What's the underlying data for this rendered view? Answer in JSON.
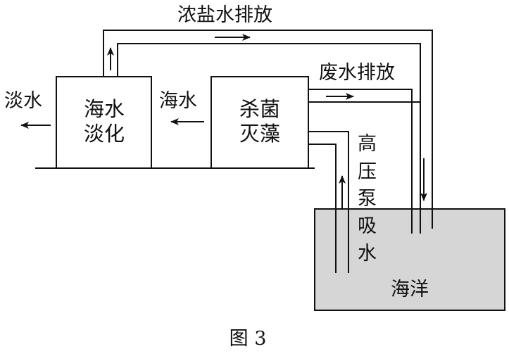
{
  "labels": {
    "brine_discharge": "浓盐水排放",
    "wastewater_discharge": "废水排放",
    "fresh_water": "淡水",
    "seawater_flow": "海水",
    "pump_intake": [
      "高",
      "压",
      "泵",
      "吸",
      "水"
    ]
  },
  "boxes": {
    "desalination": [
      "海水",
      "淡化"
    ],
    "sterilization": [
      "杀菌",
      "灭藻"
    ]
  },
  "ocean_label": "海洋",
  "caption": "图 3",
  "colors": {
    "line": "#111111",
    "ocean_fill": "#d6d6d6",
    "background": "#ffffff"
  }
}
